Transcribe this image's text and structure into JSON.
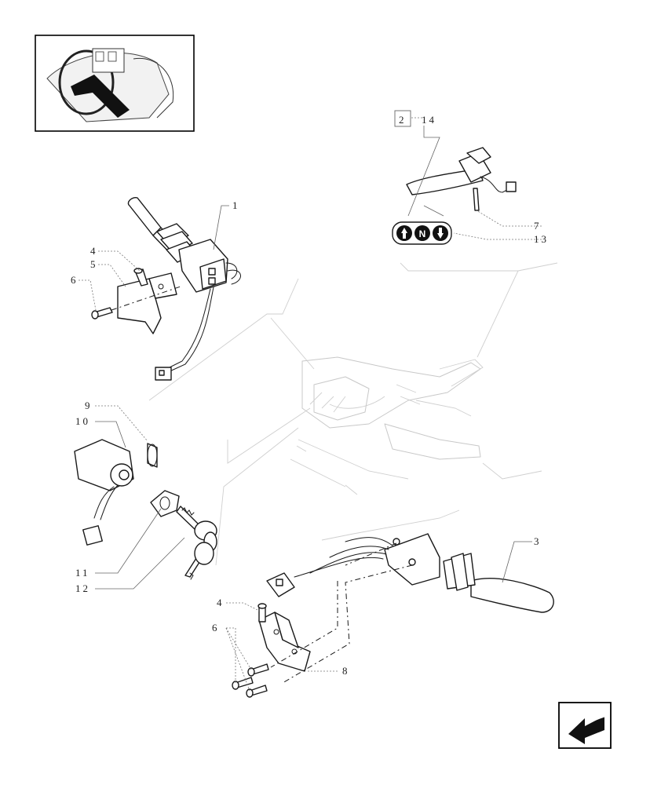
{
  "callouts": {
    "c1": "1",
    "c2": "2",
    "c3": "3",
    "c4a": "4",
    "c4b": "4",
    "c5": "5",
    "c6a": "6",
    "c6b": "6",
    "c7": "7",
    "c8": "8",
    "c9": "9",
    "c10": "10",
    "c11": "11",
    "c12": "12",
    "c13": "13",
    "c14": "14"
  },
  "symbols": {
    "neutral": "N"
  },
  "icons": {
    "thumbnail": "steering-column-location-icon",
    "next_page": "next-page-arrow-icon"
  },
  "colors": {
    "line": "#1a1a1a",
    "ghost": "#c8c8c8",
    "background": "#ffffff"
  }
}
